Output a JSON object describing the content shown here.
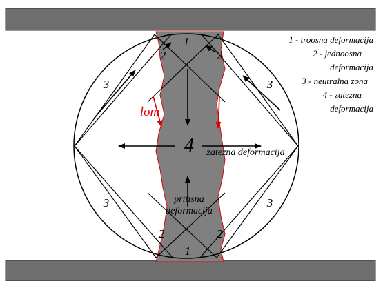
{
  "diagram": {
    "legend": [
      "1 - troosna  deformacija",
      "2 - jednoosna",
      "deformacija",
      "3 - neutralna zona",
      "4 - zatezna",
      "deformacija"
    ],
    "labels": {
      "zone1": "1",
      "zone2": "2",
      "zone3": "3",
      "zone4": "4",
      "lom": "lom",
      "tension": "zatezna deformacija",
      "compression_line1": "pritisna",
      "compression_line2": "deformacija"
    },
    "colors": {
      "plate": "#6e6e6e",
      "specimen": "#808080",
      "crack": "#e00000",
      "outline": "#000000"
    }
  }
}
